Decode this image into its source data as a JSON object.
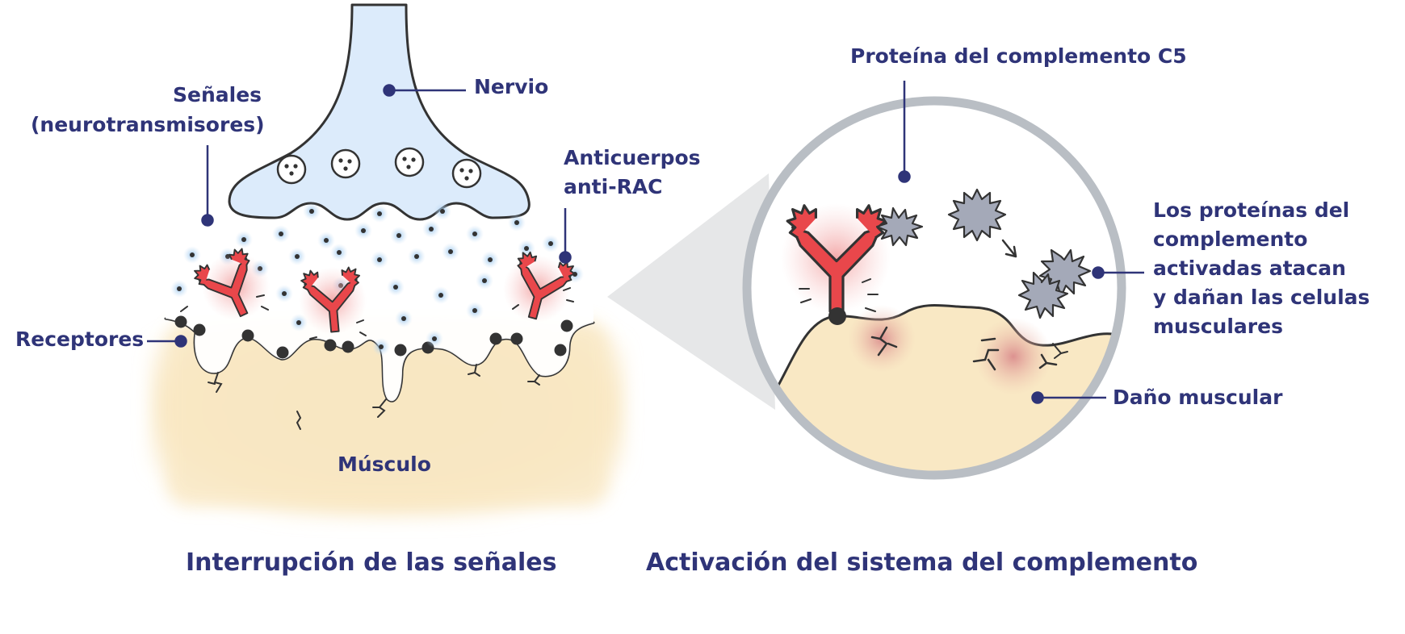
{
  "labels": {
    "nervio": "Nervio",
    "senales_line1": "Señales",
    "senales_line2": "(neurotransmisores)",
    "anticuerpos_line1": "Anticuerpos",
    "anticuerpos_line2": "anti-RAC",
    "receptores": "Receptores",
    "musculo": "Músculo",
    "proteina_c5": "Proteína del complemento C5",
    "proteinas_activadas": [
      "Los proteínas del",
      "complemento",
      "activadas atacan",
      "y dañan las celulas",
      "musculares"
    ],
    "dano_muscular": "Daño muscular"
  },
  "captions": {
    "left": "Interrupción de las señales",
    "right": "Activación del sistema del complemento"
  },
  "colors": {
    "label_text": "#2f3478",
    "nerve_fill": "#dcebfb",
    "muscle_fill": "#f9e8c4",
    "antibody_red": "#e9474b",
    "complement_gray": "#a4a9b8",
    "outline": "#333333",
    "zoom_ring": "#b9bec4"
  }
}
